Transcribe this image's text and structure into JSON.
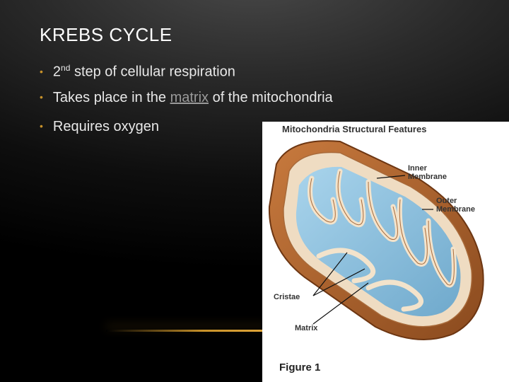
{
  "slide": {
    "title": "KREBS CYCLE",
    "bullets": [
      {
        "pre": "2",
        "sup": "nd",
        "post": " step of cellular respiration"
      },
      {
        "pre": "Takes place in the ",
        "link": "matrix",
        "post": " of the mitochondria"
      },
      {
        "text": "Requires oxygen"
      }
    ]
  },
  "figure": {
    "title": "Mitochondria Structural Features",
    "labels": {
      "inner_1": "Inner",
      "inner_2": "Membrane",
      "outer_1": "Outer",
      "outer_2": "Membrane",
      "cristae": "Cristae",
      "matrix": "Matrix"
    },
    "caption": "Figure 1"
  },
  "colors": {
    "accent": "#c8922a",
    "membrane": "#b8642c",
    "matrix": "#8fc3e0"
  }
}
